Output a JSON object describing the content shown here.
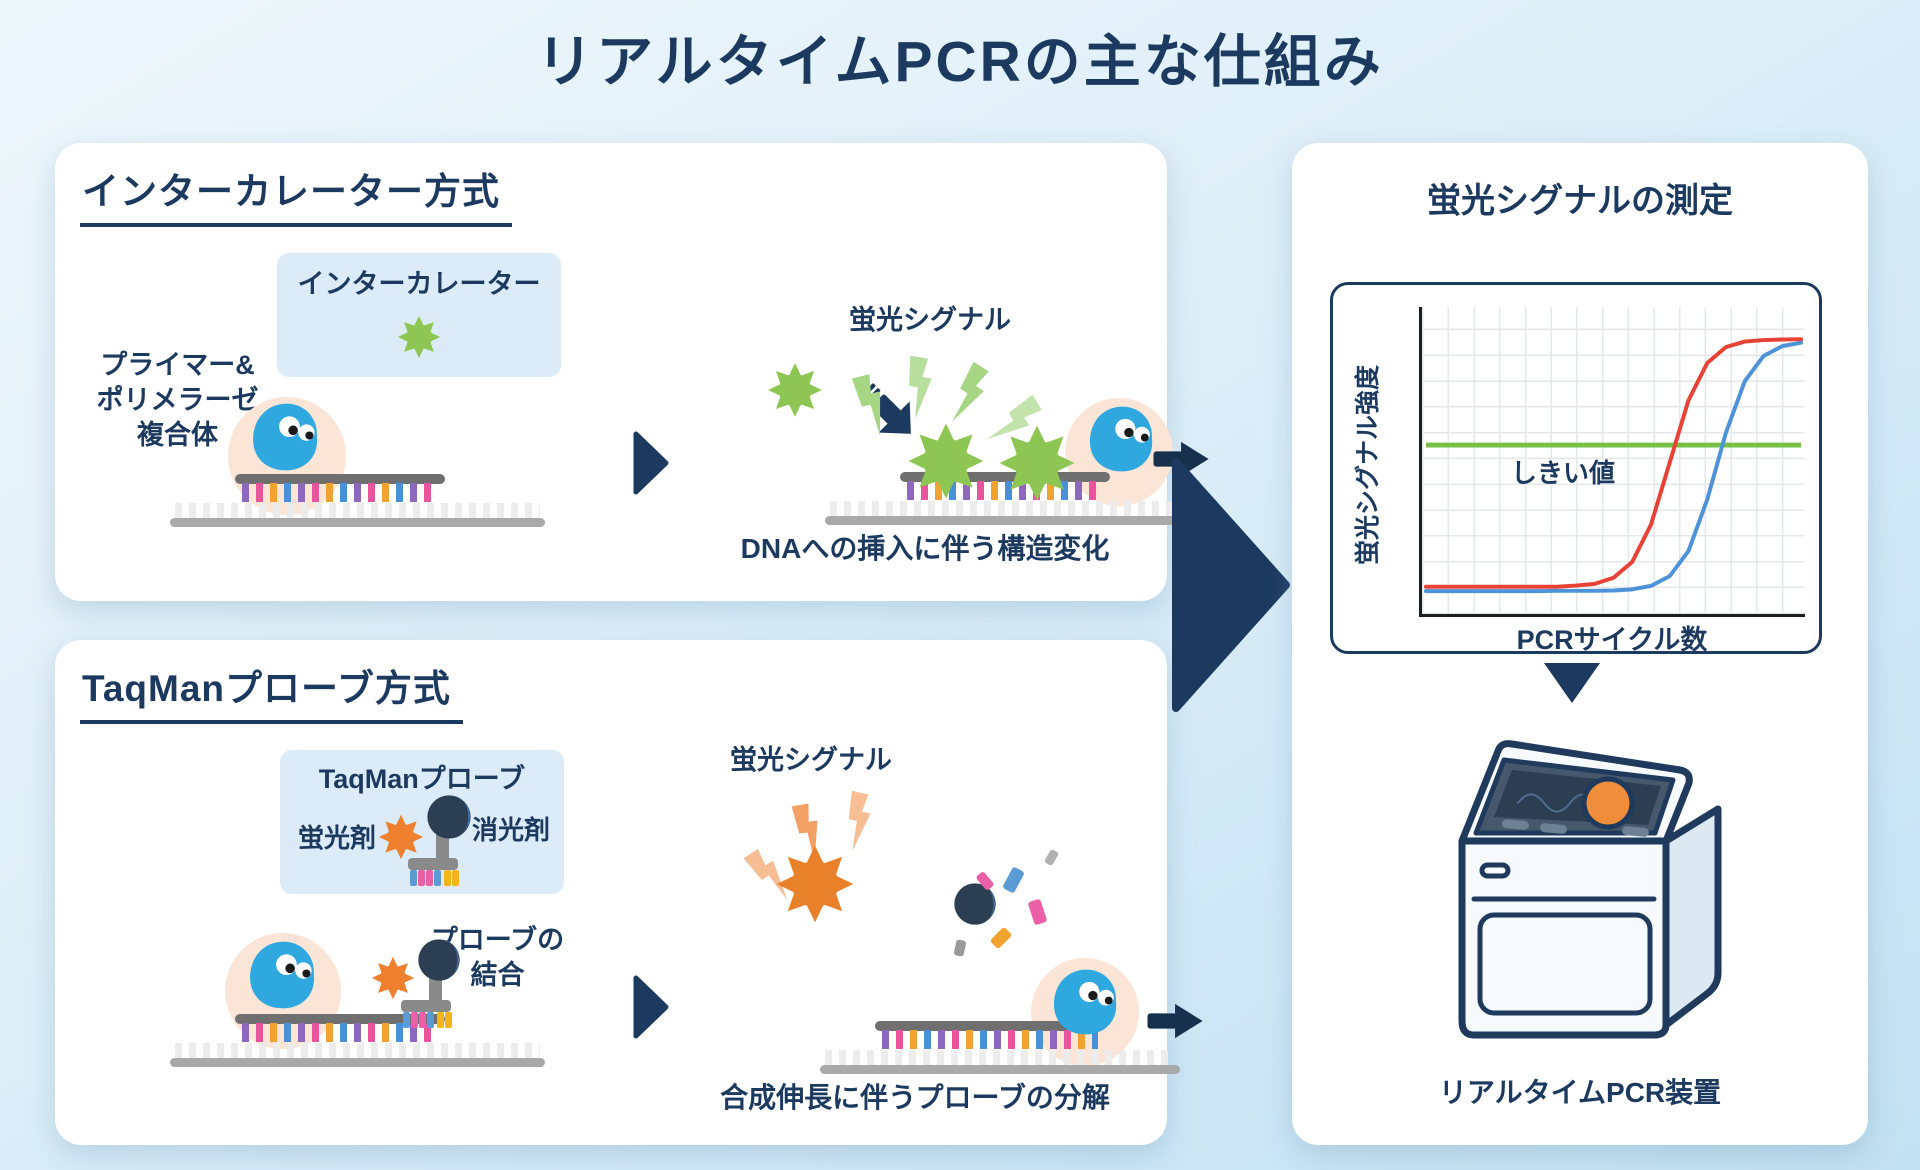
{
  "title": "リアルタイムPCRの主な仕組み",
  "colors": {
    "navy": "#1c3a5f",
    "green_sun": "#8dc653",
    "threshold_green": "#76c043",
    "light_green_bolt": "#abd78d",
    "orange": "#e8812a",
    "light_orange_bolt": "#f5ab77",
    "peach_highlight": "#fbe5d6",
    "polymerase_blue": "#2fa8e0",
    "label_box_blue": "#dcebf8",
    "red_curve": "#e84135",
    "blue_curve": "#4e93d9",
    "dna_gray": "#a9a9a9"
  },
  "icons": [
    "sun-burst-icon",
    "quencher-sphere-icon",
    "polymerase-blob-icon",
    "lightning-bolt-icon",
    "right-arrow-icon",
    "chevron-arrow-icon",
    "down-arrow-icon",
    "flow-arrow-icon",
    "pcr-machine-illustration",
    "dna-strand"
  ],
  "intercalator": {
    "heading": "インターカレーター方式",
    "reagent_label": "インターカレーター",
    "complex_lines": [
      "プライマー&",
      "ポリメラーゼ",
      "複合体"
    ],
    "signal_label": "蛍光シグナル",
    "caption": "DNAへの挿入に伴う構造変化"
  },
  "taqman": {
    "heading": "TaqManプローブ方式",
    "probe_label": "TaqManプローブ",
    "fluorophore_label": "蛍光剤",
    "quencher_label": "消光剤",
    "binding_lines": [
      "プローブの",
      "結合"
    ],
    "signal_label": "蛍光シグナル",
    "caption": "合成伸長に伴うプローブの分解"
  },
  "measurement": {
    "heading": "蛍光シグナルの測定",
    "ylabel": "蛍光シグナル強度",
    "xlabel": "PCRサイクル数",
    "threshold_label": "しきい値",
    "device_label": "リアルタイムPCR装置"
  },
  "chart_data": {
    "type": "line",
    "title": "蛍光シグナルの測定",
    "xlabel": "PCRサイクル数",
    "ylabel": "蛍光シグナル強度",
    "x": [
      0,
      2,
      4,
      6,
      8,
      10,
      12,
      14,
      16,
      18,
      20,
      22,
      24,
      26,
      28,
      30,
      32,
      34,
      36,
      38,
      40
    ],
    "series": [
      {
        "name": "amplification-curve-early",
        "color": "#e84135",
        "values": [
          0.06,
          0.06,
          0.06,
          0.06,
          0.06,
          0.06,
          0.06,
          0.06,
          0.064,
          0.07,
          0.091,
          0.146,
          0.275,
          0.49,
          0.705,
          0.834,
          0.889,
          0.908,
          0.913,
          0.915,
          0.916
        ]
      },
      {
        "name": "amplification-curve-late",
        "color": "#4e93d9",
        "values": [
          0.045,
          0.045,
          0.045,
          0.045,
          0.045,
          0.045,
          0.045,
          0.046,
          0.046,
          0.046,
          0.047,
          0.051,
          0.063,
          0.097,
          0.184,
          0.362,
          0.594,
          0.771,
          0.858,
          0.892,
          0.904
        ]
      }
    ],
    "threshold": {
      "label": "しきい値",
      "value": 0.55,
      "color": "#76c043"
    },
    "ylim": [
      0,
      1
    ],
    "xlim": [
      0,
      40
    ],
    "grid": true,
    "legend": "none",
    "axis_tick_labels": "none"
  }
}
